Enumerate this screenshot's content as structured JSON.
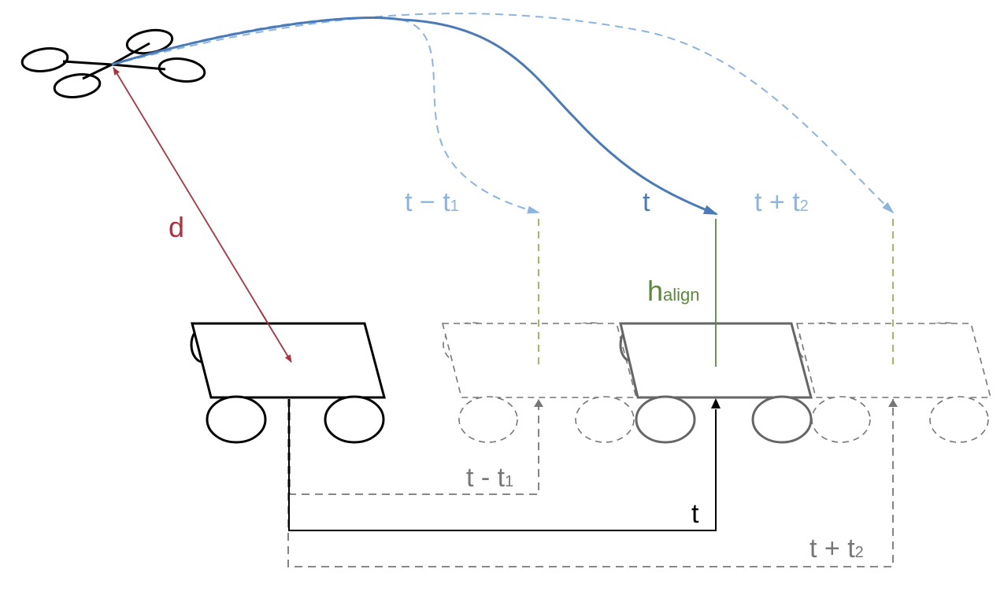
{
  "labels": {
    "distance": "d",
    "h_main": "h",
    "h_sub": "align",
    "traj_minus_t": "t − t",
    "traj_minus_sub": "1",
    "traj_now": "t",
    "traj_plus_t": "t + t",
    "traj_plus_sub": "2",
    "time_minus_t": "t - t",
    "time_minus_sub": "1",
    "time_now": "t",
    "time_plus_t": "t + t",
    "time_plus_sub": "2"
  },
  "colors": {
    "distance": "#b03040",
    "trajectory_main": "#4a7ab8",
    "trajectory_ghost": "#8cb4e0",
    "alignment": "#5a8a3a",
    "alignment_ghost": "#8cba50",
    "ghost_outline": "#777777",
    "current_outline": "#666666",
    "rover": "#000000"
  }
}
